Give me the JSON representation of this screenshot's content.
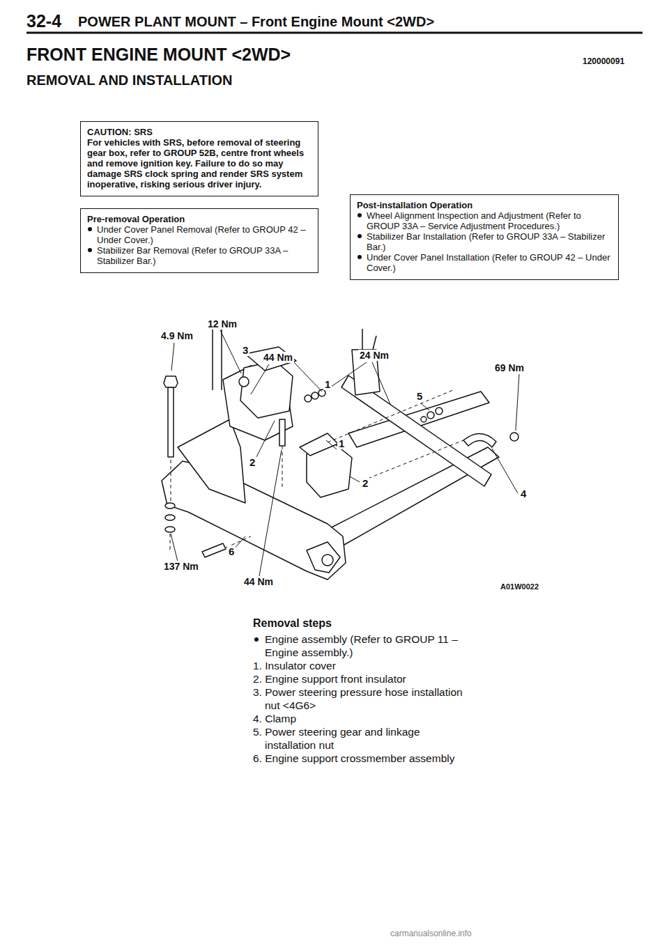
{
  "diagram": {
    "title": "FRONT ENGINE MOUNT <2WD>",
    "nodes": [
      {
        "text": [
          "CAUTION: SRS",
          "For vehicles with SRS, before removal of steering gear box, refer to GROUP 52B, centre front wheels and remove ignition key. Failure to do so may damage SRS clock spring and render SRS system inoperative, risking serious driver injury."
        ]
      },
      {
        "text": [
          "Pre-removal Operation",
          "Under Cover Panel Removal (Refer to GROUP 42 – Under Cover.)",
          "Stabilizer Bar Removal (Refer to GROUP 33A – Stabilizer Bar.)"
        ]
      },
      {
        "text": [
          "Post-installation Operation",
          "Wheel Alignment Inspection and Adjustment (Refer to GROUP 33A – Service Adjustment Procedures.)",
          "Stabilizer Bar Installation (Refer to GROUP 33A – Stabilizer Bar.)",
          "Under Cover Panel Installation (Refer to GROUP 42 – Under Cover.)"
        ]
      }
    ],
    "labels": [
      "32-4",
      "POWER PLANT MOUNT – Front Engine Mount <2WD>",
      "120000091",
      "REMOVAL AND INSTALLATION",
      "12 Nm",
      "4.9 Nm",
      "3",
      "44 Nm",
      "24 Nm",
      "69 Nm",
      "1",
      "5",
      "1",
      "2",
      "2",
      "4",
      "137 Nm",
      "6",
      "44 Nm",
      "A01W0022",
      "Removal steps",
      "Engine assembly (Refer to GROUP 11 – Engine assembly.)",
      "1. Insulator cover",
      "2. Engine support front insulator",
      "3. Power steering pressure hose installation nut <4G6>",
      "4. Clamp",
      "5. Power steering gear and linkage installation nut",
      "6. Engine support crossmember assembly",
      "carmanualsonline.info"
    ]
  }
}
